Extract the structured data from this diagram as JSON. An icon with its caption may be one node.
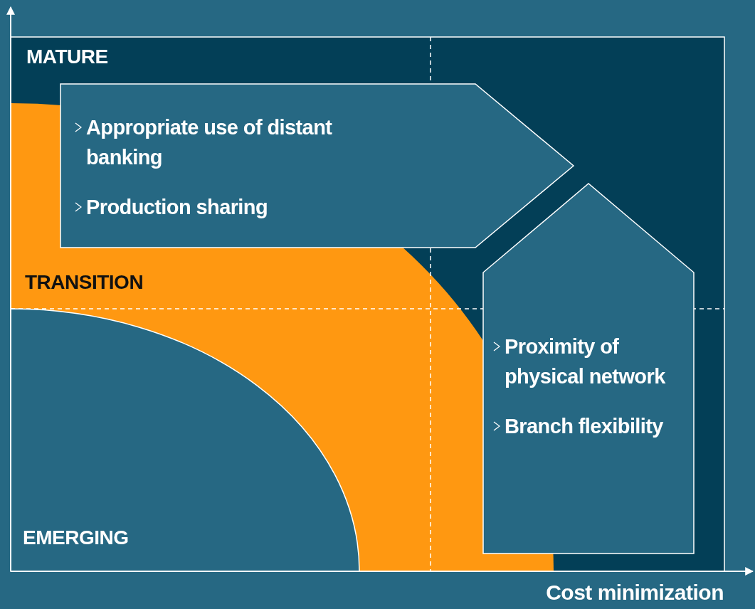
{
  "diagram": {
    "nodes": [
      {
        "text": [
          "MATURE"
        ]
      },
      {
        "text": [
          "TRANSITION"
        ],
        "in": 0
      },
      {
        "text": [
          "EMERGING"
        ],
        "in": 1
      },
      {
        "text": [
          "Appropriate use of distant banking",
          "Production sharing"
        ],
        "in": 0
      },
      {
        "text": [
          "Proximity of physical network",
          "Branch flexibility"
        ],
        "in": 0
      }
    ],
    "labels": [
      "Cost minimization"
    ]
  }
}
